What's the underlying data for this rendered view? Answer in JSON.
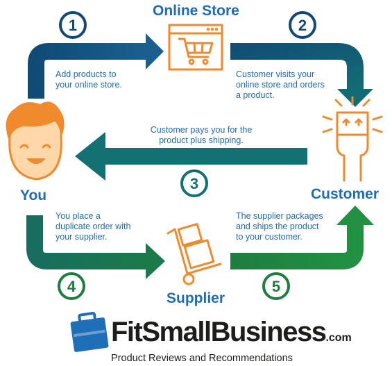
{
  "nodes": {
    "online_store": "Online Store",
    "customer": "Customer",
    "you": "You",
    "supplier": "Supplier"
  },
  "steps": [
    {
      "number": "1",
      "lines": [
        "Add products to",
        "your online store."
      ]
    },
    {
      "number": "2",
      "lines": [
        "Customer visits your",
        "online store and orders",
        "a product."
      ]
    },
    {
      "number": "3",
      "lines": [
        "Customer pays you for the",
        "product plus shipping."
      ]
    },
    {
      "number": "4",
      "lines": [
        "You place a",
        "duplicate order with",
        "your supplier."
      ]
    },
    {
      "number": "5",
      "lines": [
        "The supplier packages",
        "and ships the product",
        "to your customer."
      ]
    }
  ],
  "brand": {
    "name_main": "FitSmallBusiness",
    "name_suffix": ".com",
    "tagline": "Product Reviews and Recommendations"
  },
  "colors": {
    "dark_blue": "#13487a",
    "teal": "#137073",
    "green": "#1e7e3f",
    "orange": "#f18a2c",
    "title_blue": "#1f6bb4",
    "face": "#ffd7a8"
  }
}
